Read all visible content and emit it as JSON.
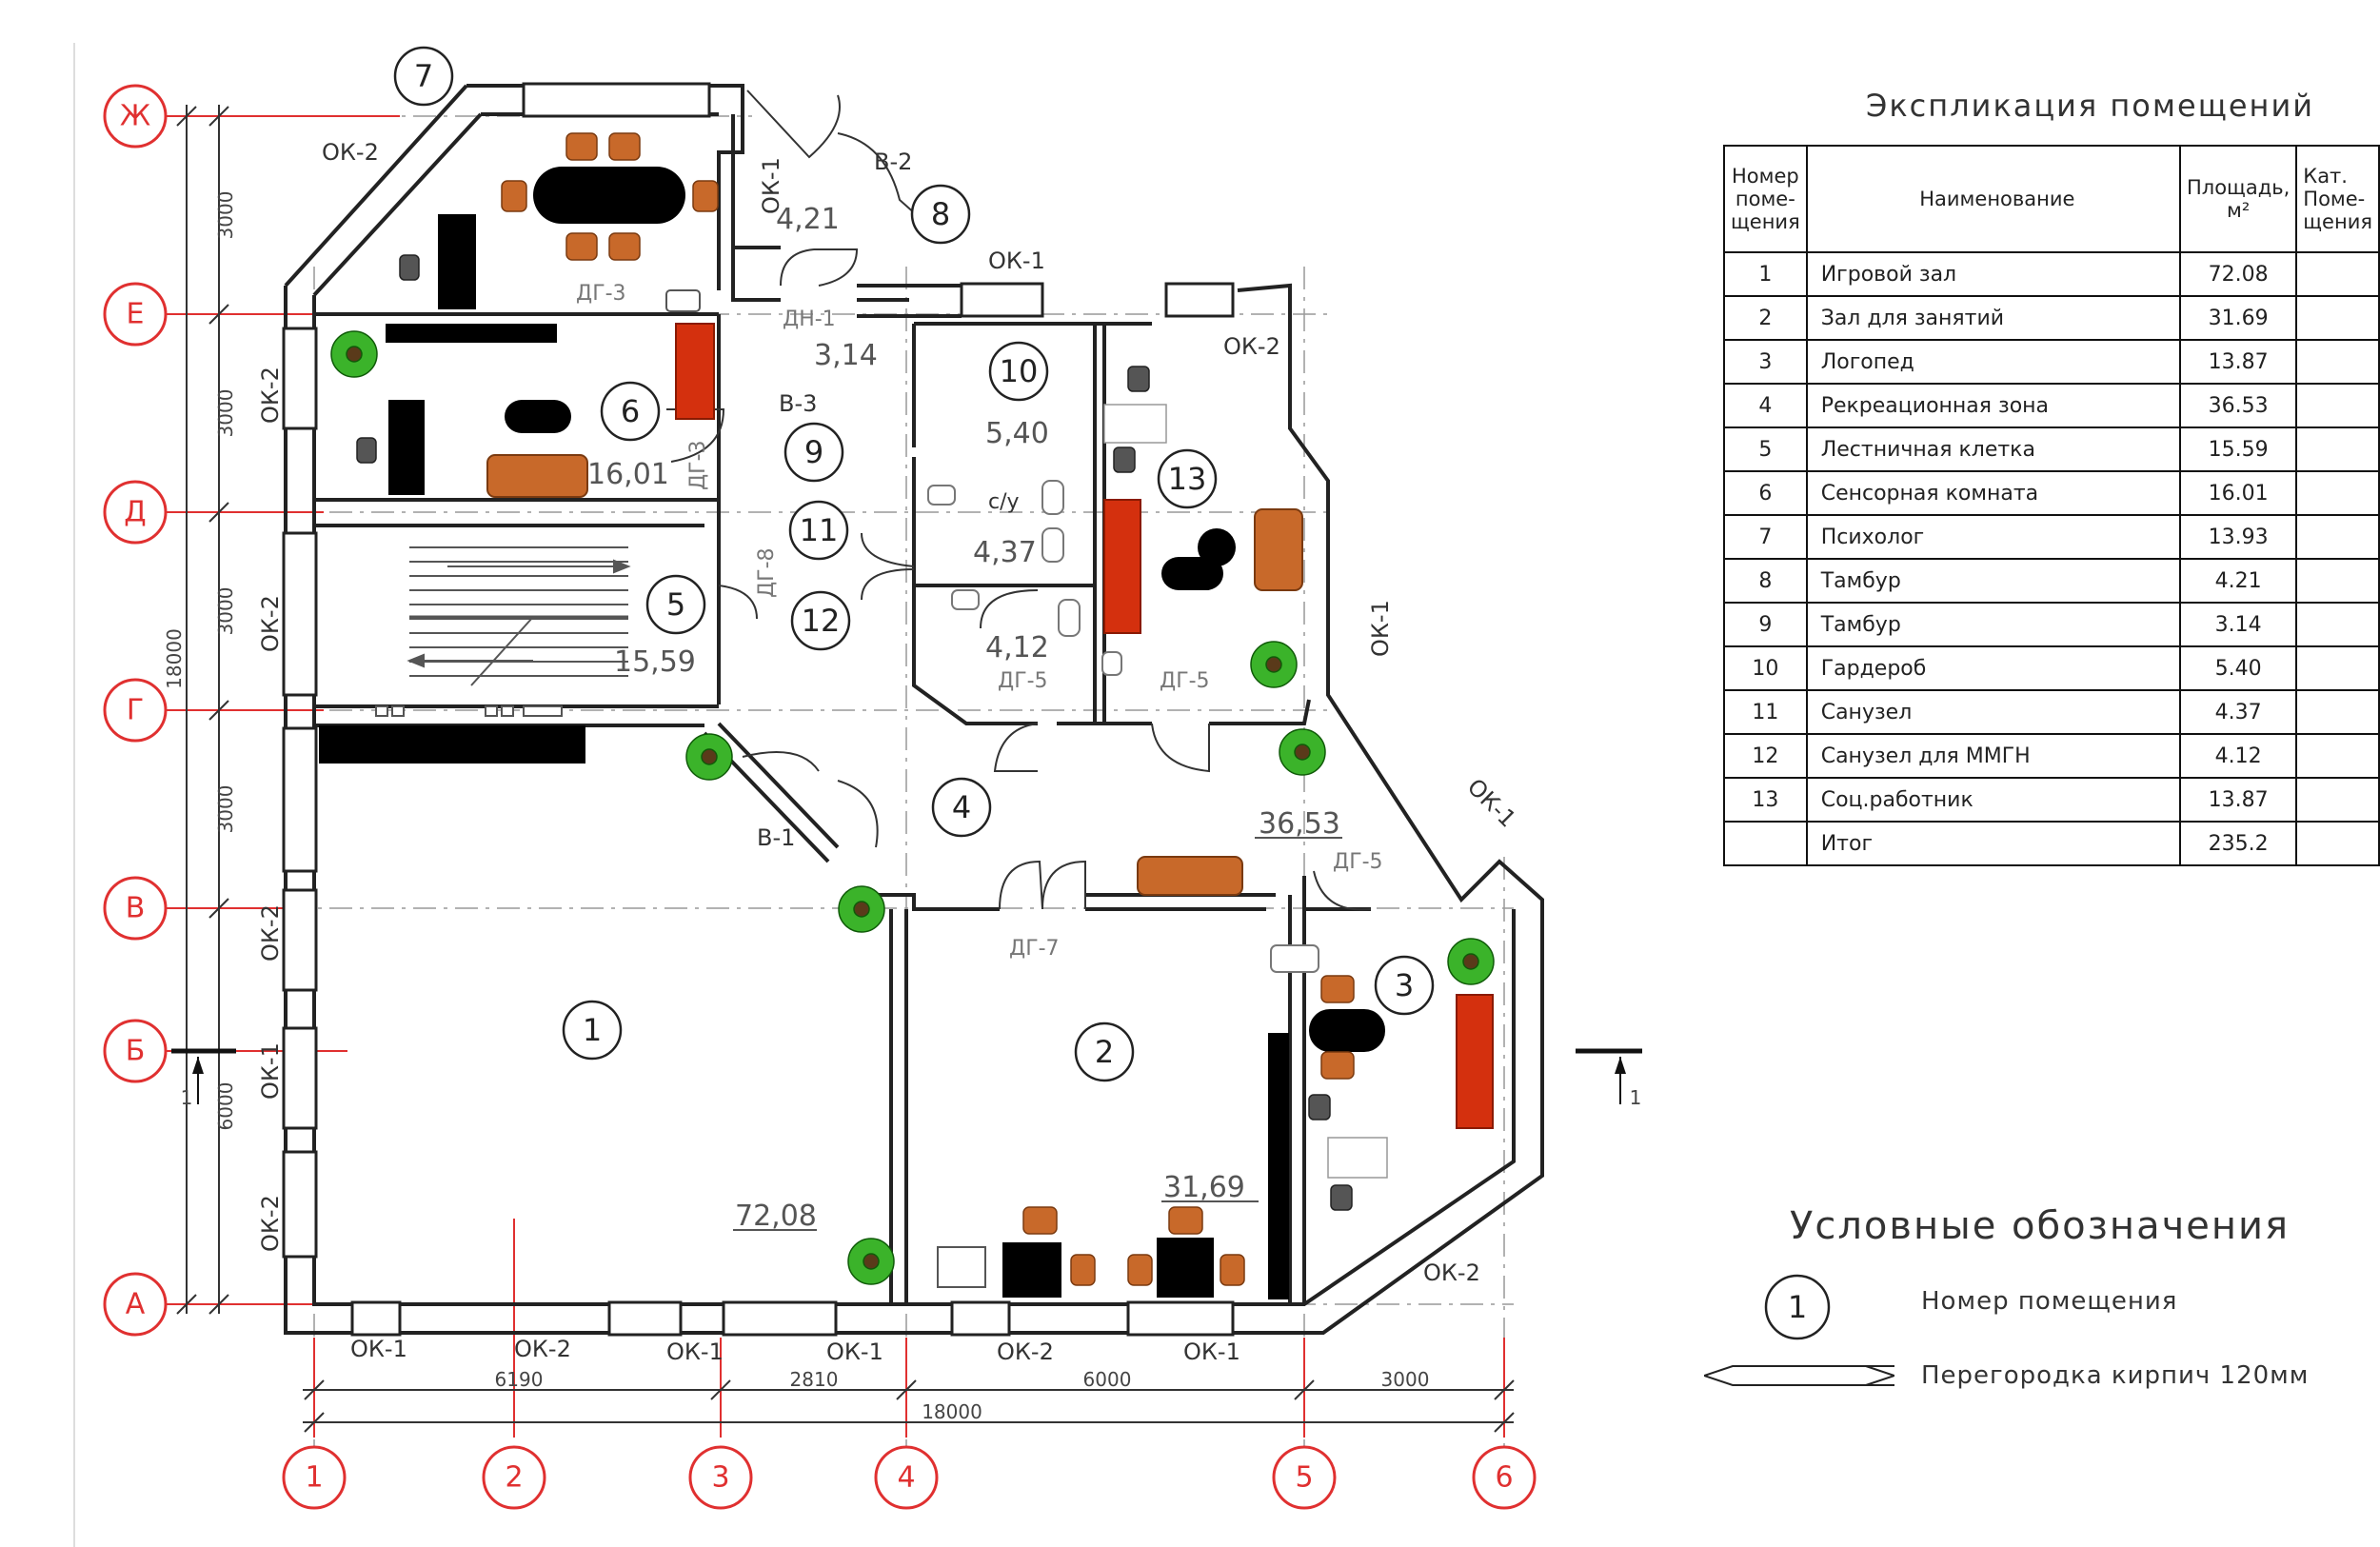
{
  "explication": {
    "title": "Экспликация помещений",
    "headers": {
      "number": "Номер поме-щения",
      "name": "Наименование",
      "area": "Площадь, м²",
      "category": "Кат. Поме-щения"
    },
    "rows": [
      {
        "num": "1",
        "name": "Игровой зал",
        "area": "72.08"
      },
      {
        "num": "2",
        "name": "Зал для занятий",
        "area": "31.69"
      },
      {
        "num": "3",
        "name": "Логопед",
        "area": "13.87"
      },
      {
        "num": "4",
        "name": "Рекреационная зона",
        "area": "36.53"
      },
      {
        "num": "5",
        "name": "Лестничная клетка",
        "area": "15.59"
      },
      {
        "num": "6",
        "name": "Сенсорная комната",
        "area": "16.01"
      },
      {
        "num": "7",
        "name": "Психолог",
        "area": "13.93"
      },
      {
        "num": "8",
        "name": "Тамбур",
        "area": "4.21"
      },
      {
        "num": "9",
        "name": "Тамбур",
        "area": "3.14"
      },
      {
        "num": "10",
        "name": "Гардероб",
        "area": "5.40"
      },
      {
        "num": "11",
        "name": "Санузел",
        "area": "4.37"
      },
      {
        "num": "12",
        "name": "Санузел для ММГН",
        "area": "4.12"
      },
      {
        "num": "13",
        "name": "Соц.работник",
        "area": "13.87"
      },
      {
        "num": "",
        "name": "Итог",
        "area": "235.2"
      }
    ]
  },
  "legend": {
    "title": "Условные обозначения",
    "room_number_sample": "1",
    "room_number_label": "Номер помещения",
    "partition_label": "Перегородка кирпич 120мм"
  },
  "axes": {
    "rows": [
      "Ж",
      "Е",
      "Д",
      "Г",
      "В",
      "Б",
      "А"
    ],
    "cols": [
      "1",
      "2",
      "3",
      "4",
      "5",
      "6"
    ]
  },
  "dimensions": {
    "left": [
      "3000",
      "3000",
      "3000",
      "3000",
      "6000"
    ],
    "left_total": "18000",
    "bottom": [
      "6190",
      "2810",
      "6000",
      "3000"
    ],
    "bottom_total": "18000",
    "section_mark": "1"
  },
  "rooms": [
    {
      "num": "1",
      "area": "72,08"
    },
    {
      "num": "2",
      "area": "31,69"
    },
    {
      "num": "3",
      "area": ""
    },
    {
      "num": "4",
      "area": "36,53"
    },
    {
      "num": "5",
      "area": "15,59"
    },
    {
      "num": "6",
      "area": "16,01"
    },
    {
      "num": "7",
      "area": ""
    },
    {
      "num": "8",
      "area": "4,21"
    },
    {
      "num": "9",
      "area": "3,14"
    },
    {
      "num": "10",
      "area": "5,40"
    },
    {
      "num": "11",
      "area": "4,37"
    },
    {
      "num": "12",
      "area": "4,12"
    },
    {
      "num": "13",
      "area": ""
    }
  ],
  "window_labels": [
    "ОК-1",
    "ОК-2"
  ],
  "door_labels": [
    "В-1",
    "В-2",
    "В-3",
    "ДГ-3",
    "ДГ-5",
    "ДГ-7",
    "ДГ-8",
    "ДН-1"
  ],
  "wc_label": "с/у",
  "colors": {
    "axis_red": "#e03030",
    "furniture_orange": "#c8692a",
    "cabinet_red": "#d4300e",
    "plant_green": "#2e9e1e"
  }
}
